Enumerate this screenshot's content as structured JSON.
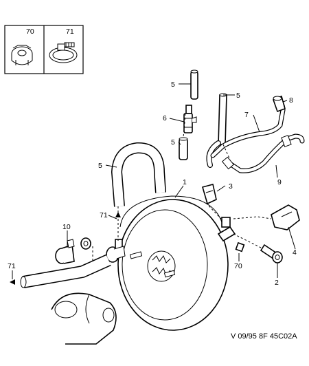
{
  "inset_parts": [
    {
      "label": "70",
      "icon": "nut-icon"
    },
    {
      "label": "71",
      "icon": "hose-clamp-icon"
    }
  ],
  "callouts": {
    "c5a": "5",
    "c5b": "5",
    "c5c": "5",
    "c5d": "5",
    "c6": "6",
    "c7": "7",
    "c8": "8",
    "c9": "9",
    "c1": "1",
    "c3": "3",
    "c4": "4",
    "c2": "2",
    "c10": "10",
    "c70": "70",
    "c71a": "71",
    "c71b": "71"
  },
  "reference_code": "V 09/95 8F 45C02A"
}
